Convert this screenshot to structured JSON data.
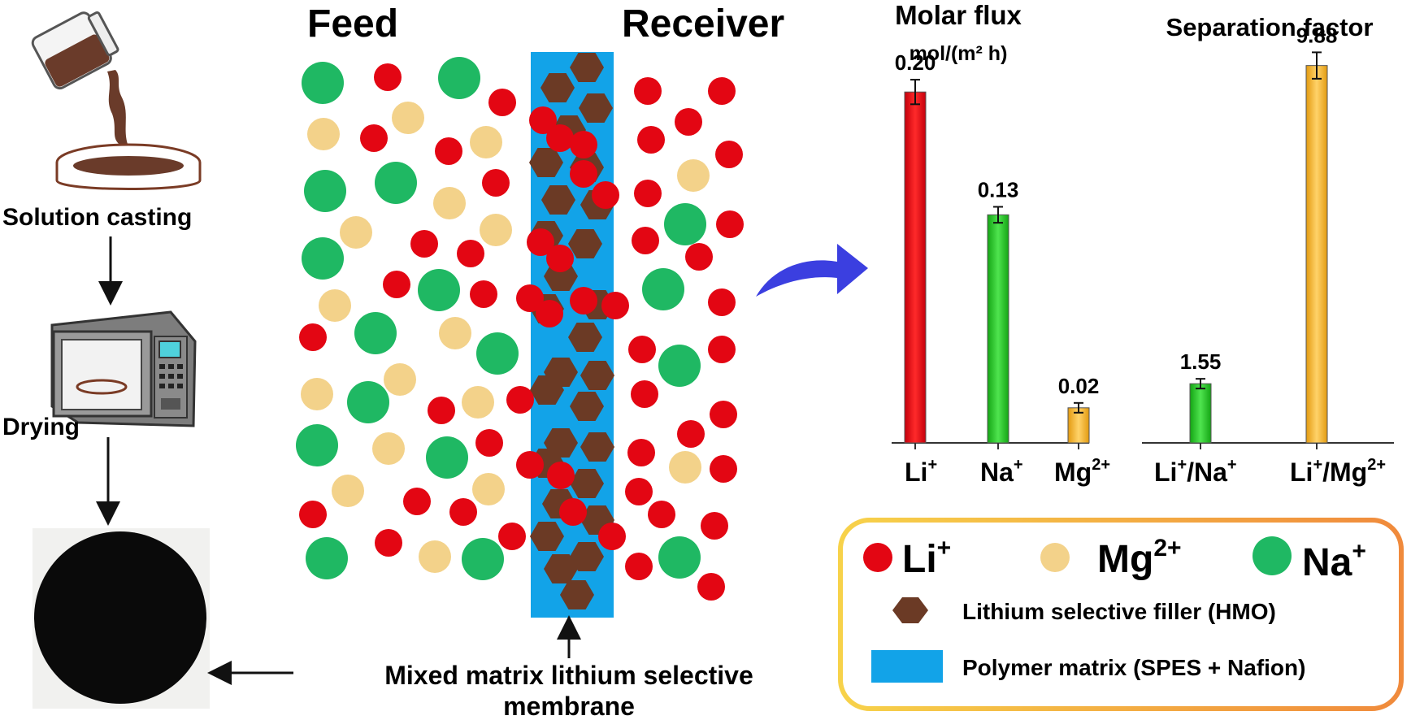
{
  "process": {
    "step_casting": "Solution casting",
    "step_drying": "Drying"
  },
  "membrane": {
    "feed_label": "Feed",
    "receiver_label": "Receiver",
    "caption_line1": "Mixed matrix lithium selective",
    "caption_line2": "membrane"
  },
  "chart_data": [
    {
      "type": "bar",
      "title": "Molar flux",
      "subtitle": "mol/(m² h)",
      "categories": [
        "Li+",
        "Na+",
        "Mg2+"
      ],
      "values": [
        0.2,
        0.13,
        0.02
      ],
      "value_labels": [
        "0.20",
        "0.13",
        "0.02"
      ],
      "colors": [
        "#ee1c24",
        "#2bd12b",
        "#f5b83d"
      ],
      "error_bars": true,
      "ylim": [
        0,
        0.22
      ]
    },
    {
      "type": "bar",
      "title": "Separation factor",
      "categories": [
        "Li+/Na+",
        "Li+/Mg2+"
      ],
      "values": [
        1.55,
        9.88
      ],
      "value_labels": [
        "1.55",
        "9.88"
      ],
      "colors": [
        "#2bd12b",
        "#f5b83d"
      ],
      "error_bars": true,
      "ylim": [
        0,
        11
      ]
    }
  ],
  "legend": {
    "li": "Li",
    "li_sup": "+",
    "mg": "Mg",
    "mg_sup": "2+",
    "na": "Na",
    "na_sup": "+",
    "filler": "Lithium selective filler (HMO)",
    "matrix": "Polymer matrix (SPES + Nafion)"
  },
  "colors": {
    "li": "#e30613",
    "na": "#1fb863",
    "mg": "#f3d28a",
    "filler": "#6b3a25",
    "matrix": "#12a3e8",
    "arrow": "#3b3fe0"
  }
}
